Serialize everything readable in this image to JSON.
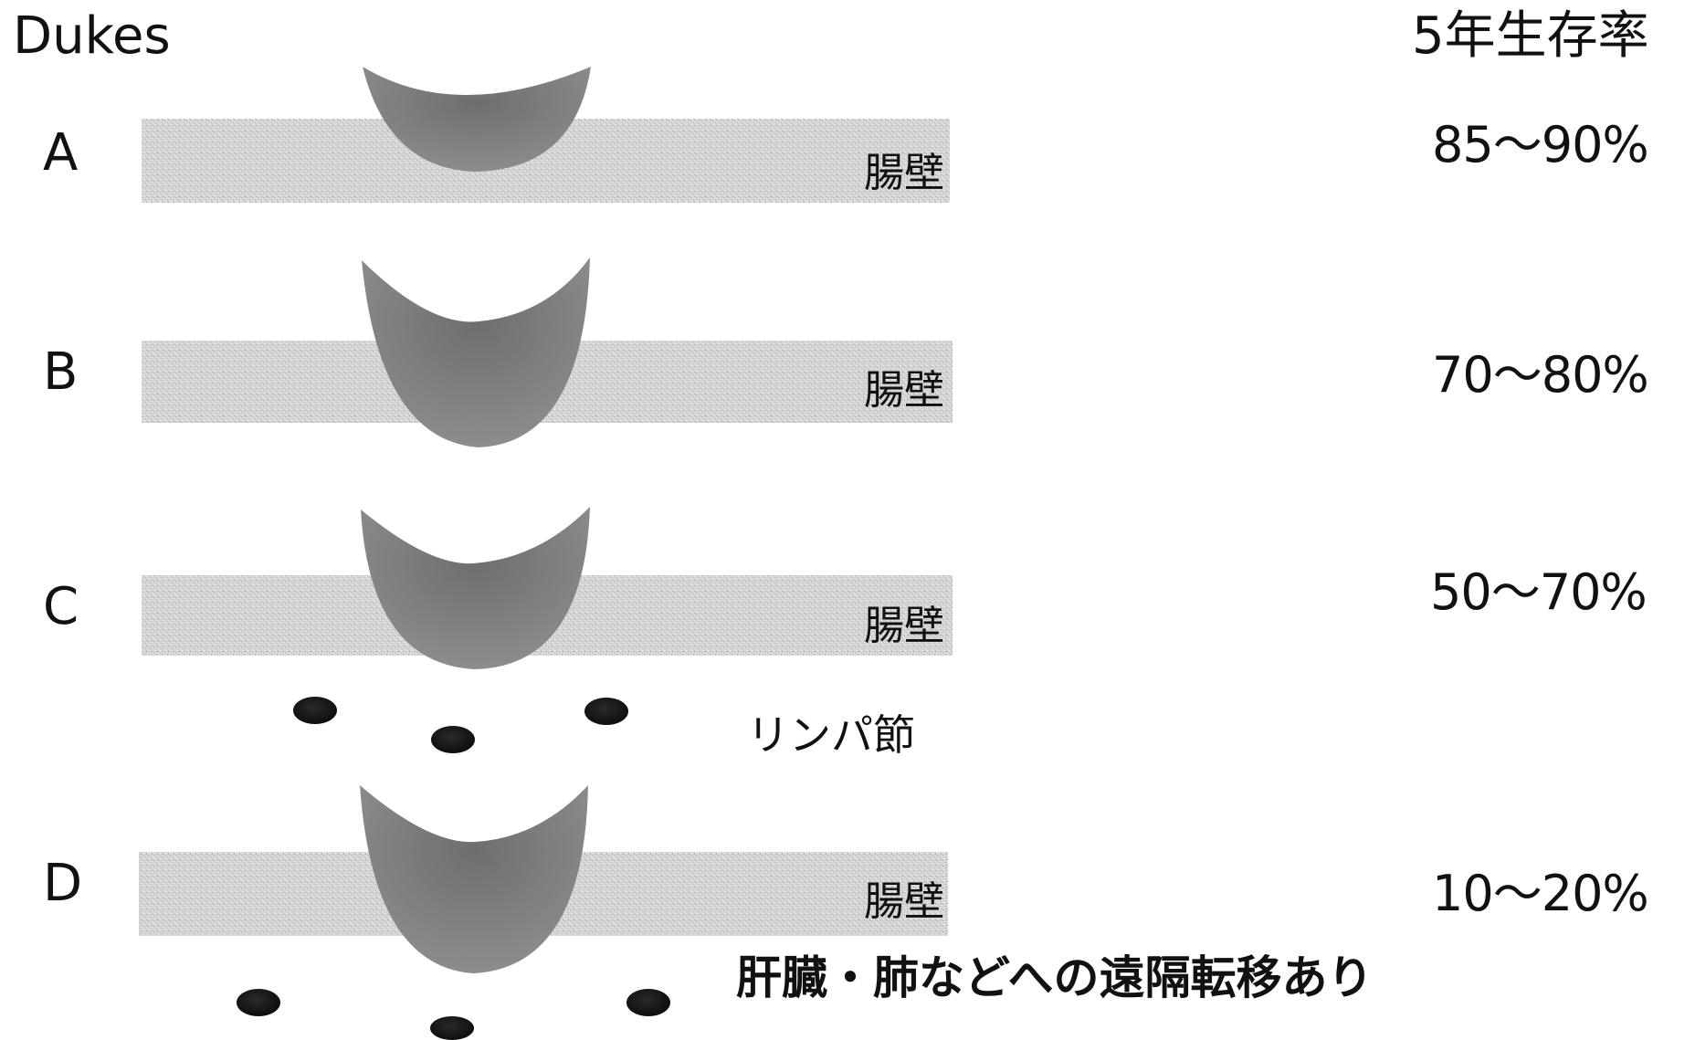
{
  "header": {
    "stage_label": "Dukes",
    "survival_label": "5年生存率"
  },
  "stages": [
    {
      "name": "A",
      "wall_label": "腸壁",
      "survival": "85～90%"
    },
    {
      "name": "B",
      "wall_label": "腸壁",
      "survival": "70～80%"
    },
    {
      "name": "C",
      "wall_label": "腸壁",
      "survival": "50～70%",
      "node_label": "リンパ節"
    },
    {
      "name": "D",
      "wall_label": "腸壁",
      "survival": "10～20%",
      "metastasis_label": "肝臓・肺などへの遠隔転移あり"
    }
  ],
  "colors": {
    "wall": "#d9d9d9",
    "tumor": "#8a8a8a",
    "node": "#1a1a1a"
  }
}
